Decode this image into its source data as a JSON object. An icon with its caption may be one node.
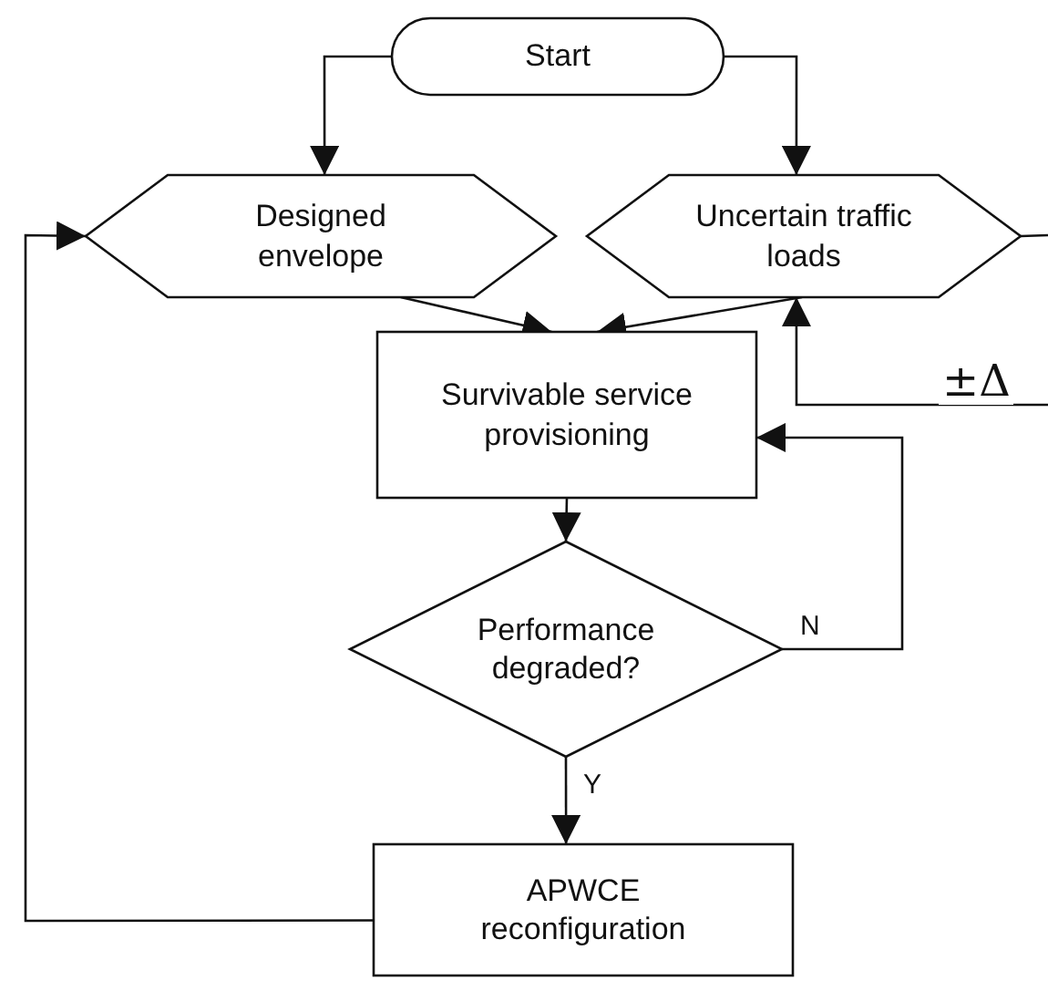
{
  "diagram": {
    "nodes": [
      {
        "text": [
          "Start"
        ]
      },
      {
        "text": [
          "Designed envelope"
        ]
      },
      {
        "text": [
          "Uncertain traffic loads"
        ]
      },
      {
        "text": [
          "Survivable service provisioning"
        ]
      },
      {
        "text": [
          "Performance degraded?"
        ]
      },
      {
        "text": [
          "APWCE reconfiguration"
        ]
      }
    ],
    "edges": [
      {
        "from": 0,
        "to": 1,
        "arrow": "to"
      },
      {
        "from": 0,
        "to": 2,
        "arrow": "to"
      },
      {
        "from": 1,
        "to": 3,
        "arrow": "to"
      },
      {
        "from": 2,
        "to": 3,
        "arrow": "to"
      },
      {
        "from": 3,
        "to": 4,
        "arrow": "to"
      },
      {
        "from": 4,
        "to": 3,
        "arrow": "to",
        "label": "N"
      },
      {
        "from": 4,
        "to": 5,
        "arrow": "to",
        "label": "Y"
      },
      {
        "from": 5,
        "to": 1,
        "arrow": "to"
      },
      {
        "from": 2,
        "to": null,
        "arrow": "none"
      },
      {
        "from": null,
        "to": 2,
        "arrow": "to",
        "label": "±Δ"
      }
    ]
  }
}
